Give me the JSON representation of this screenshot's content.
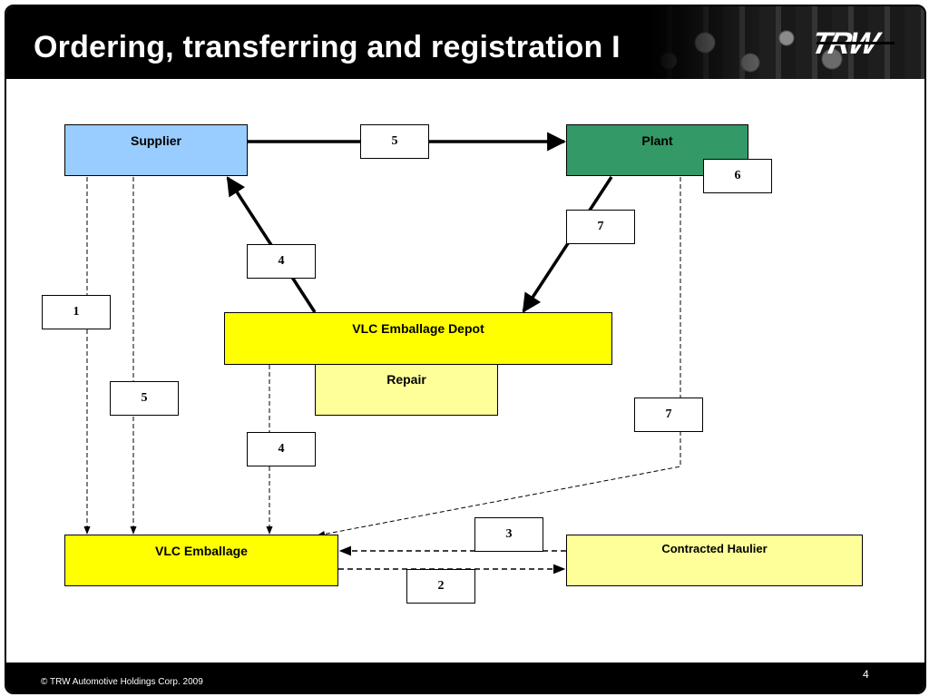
{
  "header": {
    "title": "Ordering, transferring and registration I",
    "logo": "TRW"
  },
  "footer": {
    "copyright": "© TRW Automotive Holdings Corp. 2009",
    "page": "4"
  },
  "colors": {
    "header_bg": "#000000",
    "supplier": "#99ccff",
    "plant": "#339966",
    "depot": "#ffff00",
    "repair": "#ffff99",
    "emballage": "#ffff00",
    "haulier": "#ffff99"
  },
  "diagram": {
    "nodes": {
      "supplier": "Supplier",
      "plant": "Plant",
      "depot": "VLC Emballage Depot",
      "repair": "Repair",
      "emballage": "VLC Emballage",
      "haulier": "Contracted Haulier"
    },
    "steps": {
      "s1": "1",
      "s2": "2",
      "s3": "3",
      "s4a": "4",
      "s4b": "4",
      "s5a": "5",
      "s5b": "5",
      "s6": "6",
      "s7a": "7",
      "s7b": "7"
    },
    "connections": [
      {
        "from": "supplier",
        "to": "plant",
        "label": "5",
        "style": "solid"
      },
      {
        "from": "depot",
        "to": "supplier",
        "label": "4",
        "style": "solid"
      },
      {
        "from": "plant",
        "to": "depot",
        "label": "7",
        "style": "solid"
      },
      {
        "from": "supplier",
        "to": "emballage",
        "label": "1",
        "style": "dashed"
      },
      {
        "from": "supplier",
        "to": "emballage",
        "label": "5",
        "style": "dashed"
      },
      {
        "from": "depot",
        "to": "emballage",
        "label": "4",
        "style": "dashed"
      },
      {
        "from": "plant",
        "to": "emballage",
        "label": "7",
        "style": "dashed"
      },
      {
        "from": "haulier",
        "to": "emballage",
        "label": "3",
        "style": "dashed"
      },
      {
        "from": "emballage",
        "to": "haulier",
        "label": "2",
        "style": "dashed"
      }
    ]
  }
}
